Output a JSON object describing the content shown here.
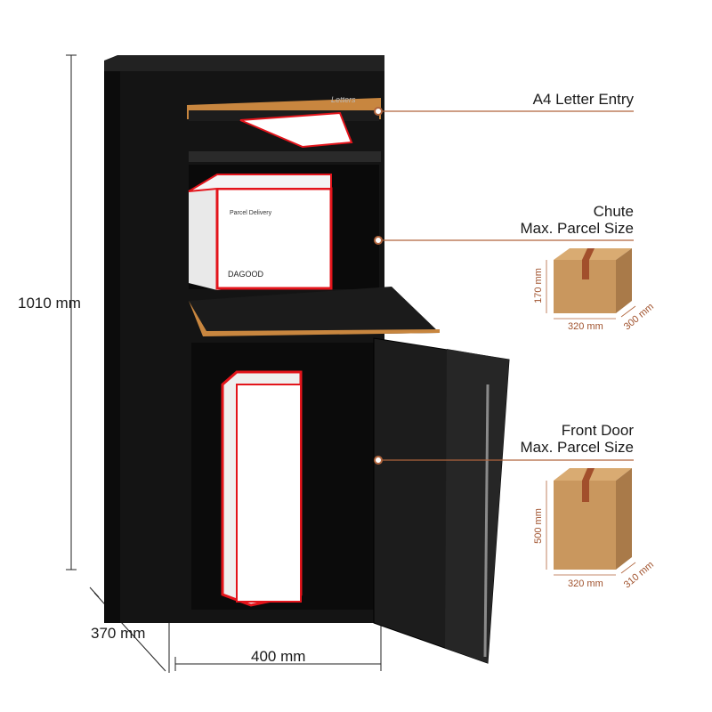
{
  "dimensions": {
    "height": "1010 mm",
    "depth": "370 mm",
    "width": "400 mm"
  },
  "callouts": {
    "letter_entry": "A4 Letter Entry",
    "chute_title": "Chute",
    "chute_sub": "Max. Parcel Size",
    "door_title": "Front Door",
    "door_sub": "Max. Parcel Size"
  },
  "chute_box": {
    "height": "170 mm",
    "width": "320 mm",
    "depth": "300 mm"
  },
  "door_box": {
    "height": "500 mm",
    "width": "320 mm",
    "depth": "310 mm"
  },
  "product": {
    "slot_label": "Letters",
    "parcel_label": "Parcel Delivery",
    "brand": "DAGOOD"
  },
  "colors": {
    "accent": "#b0643c",
    "cabinet": "#161616",
    "wood": "#c8863f",
    "parcel_red": "#e3141b",
    "cardboard": "#c9975e"
  }
}
